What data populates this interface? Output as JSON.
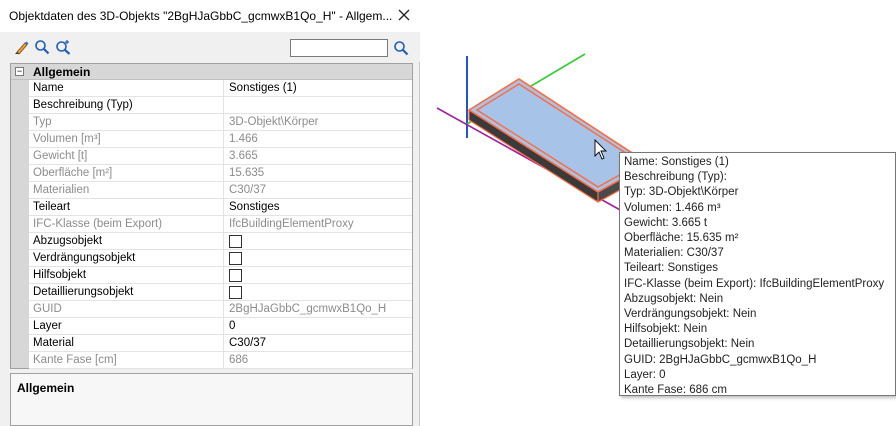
{
  "window": {
    "title": "Objektdaten des 3D-Objekts \"2BgHJaGbbC_gcmwxB1Qo_H\" - Allgem..."
  },
  "toolbar": {
    "search_value": ""
  },
  "grid": {
    "category": "Allgemein",
    "rows": [
      {
        "name": "Name",
        "value": "Sonstiges (1)"
      },
      {
        "name": "Beschreibung (Typ)",
        "value": ""
      },
      {
        "name": "Typ",
        "value": "3D-Objekt\\Körper"
      },
      {
        "name": "Volumen [m³]",
        "value": "1.466"
      },
      {
        "name": "Gewicht [t]",
        "value": "3.665"
      },
      {
        "name": "Oberfläche [m²]",
        "value": "15.635"
      },
      {
        "name": "Materialien",
        "value": "C30/37"
      },
      {
        "name": "Teileart",
        "value": "Sonstiges"
      },
      {
        "name": "IFC-Klasse (beim Export)",
        "value": "IfcBuildingElementProxy"
      },
      {
        "name": "Abzugsobjekt",
        "value": ""
      },
      {
        "name": "Verdrängungsobjekt",
        "value": ""
      },
      {
        "name": "Hilfsobjekt",
        "value": ""
      },
      {
        "name": "Detaillierungsobjekt",
        "value": ""
      },
      {
        "name": "GUID",
        "value": "2BgHJaGbbC_gcmwxB1Qo_H"
      },
      {
        "name": "Layer",
        "value": "0"
      },
      {
        "name": "Material",
        "value": "C30/37"
      },
      {
        "name": "Kante Fase [cm]",
        "value": "686"
      }
    ]
  },
  "description": {
    "title": "Allgemein"
  },
  "tooltip": {
    "lines": [
      "Name: Sonstiges (1)",
      "Beschreibung (Typ):",
      "Typ: 3D-Objekt\\Körper",
      "Volumen: 1.466 m³",
      "Gewicht: 3.665 t",
      "Oberfläche: 15.635 m²",
      "Materialien: C30/37",
      "Teileart: Sonstiges",
      "IFC-Klasse (beim Export): IfcBuildingElementProxy",
      "Abzugsobjekt: Nein",
      "Verdrängungsobjekt: Nein",
      "Hilfsobjekt: Nein",
      "Detaillierungsobjekt: Nein",
      "GUID: 2BgHJaGbbC_gcmwxB1Qo_H",
      "Layer: 0",
      "Kante Fase: 686 cm"
    ]
  },
  "colors": {
    "axis_x": "#a020a0",
    "axis_y": "#33cc33",
    "axis_z": "#2255cc",
    "selection": "#ff6a3d",
    "object_top": "#a7c3e8",
    "object_side": "#5c5c5c"
  },
  "icons": [
    "edit-icon",
    "zoom-icon",
    "zoom-selection-icon",
    "search-icon",
    "close-icon",
    "cursor-icon"
  ]
}
